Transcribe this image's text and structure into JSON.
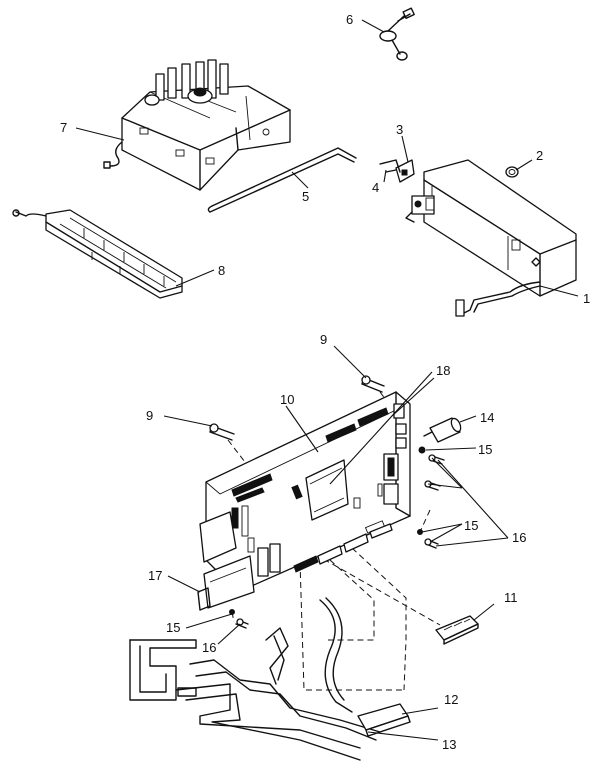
{
  "diagram": {
    "callouts": [
      {
        "id": "c1",
        "label": "1"
      },
      {
        "id": "c2",
        "label": "2"
      },
      {
        "id": "c3",
        "label": "3"
      },
      {
        "id": "c4",
        "label": "4"
      },
      {
        "id": "c5",
        "label": "5"
      },
      {
        "id": "c6",
        "label": "6"
      },
      {
        "id": "c7",
        "label": "7"
      },
      {
        "id": "c8",
        "label": "8"
      },
      {
        "id": "c9a",
        "label": "9"
      },
      {
        "id": "c9b",
        "label": "9"
      },
      {
        "id": "c10",
        "label": "10"
      },
      {
        "id": "c11",
        "label": "11"
      },
      {
        "id": "c12",
        "label": "12"
      },
      {
        "id": "c13",
        "label": "13"
      },
      {
        "id": "c14",
        "label": "14"
      },
      {
        "id": "c15a",
        "label": "15"
      },
      {
        "id": "c15b",
        "label": "15"
      },
      {
        "id": "c15c",
        "label": "15"
      },
      {
        "id": "c16a",
        "label": "16"
      },
      {
        "id": "c16b",
        "label": "16"
      },
      {
        "id": "c17",
        "label": "17"
      },
      {
        "id": "c18",
        "label": "18"
      }
    ]
  }
}
